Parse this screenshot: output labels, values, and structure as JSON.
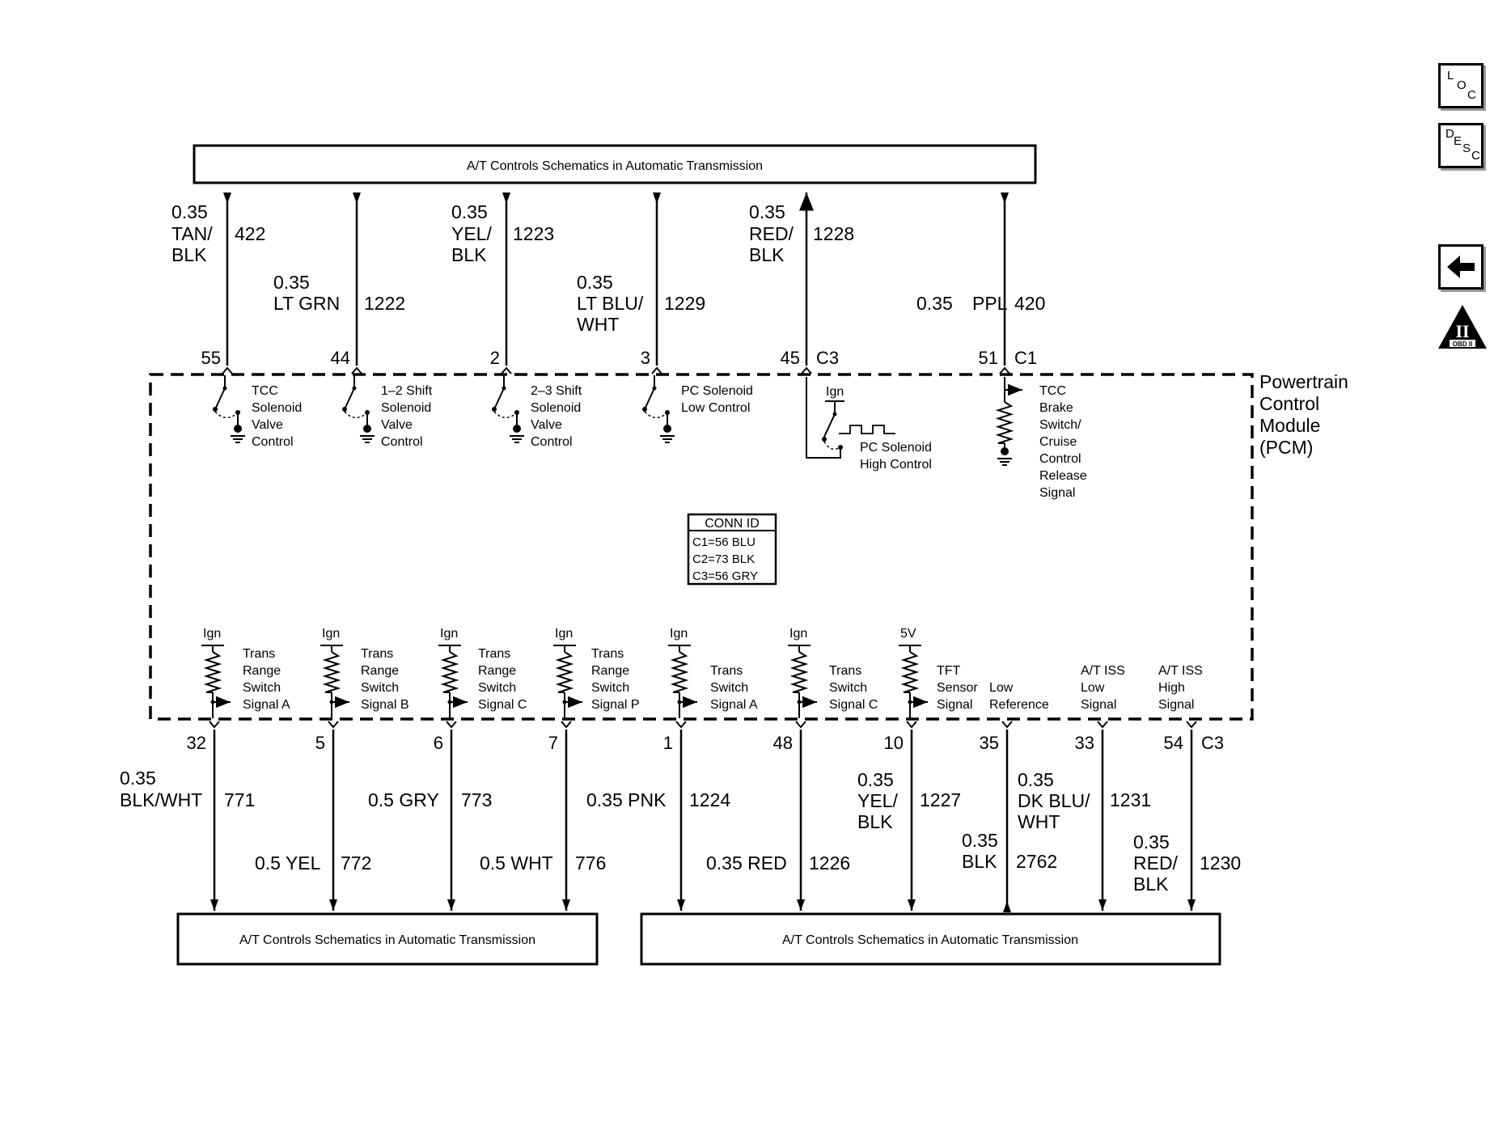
{
  "boxes": {
    "top": "A/T Controls Schematics in Automatic Transmission",
    "bottom_left": "A/T Controls Schematics in Automatic Transmission",
    "bottom_right": "A/T Controls Schematics in Automatic Transmission"
  },
  "module": {
    "line1": "Powertrain",
    "line2": "Control",
    "line3": "Module",
    "line4": "(PCM)"
  },
  "conn_id": {
    "header": "CONN ID",
    "rows": [
      "C1=56 BLU",
      "C2=73 BLK",
      "C3=56 GRY"
    ]
  },
  "top_circuits": [
    {
      "size": "0.35",
      "color_lines": [
        "TAN/",
        "BLK"
      ],
      "circuit": "422",
      "pin": "55",
      "connector": "",
      "arrow": "in",
      "label": [
        "TCC",
        "Solenoid",
        "Valve",
        "Control"
      ]
    },
    {
      "size": "0.35",
      "color_lines": [
        "LT GRN"
      ],
      "circuit": "1222",
      "pin": "44",
      "connector": "",
      "arrow": "in",
      "label": [
        "1–2 Shift",
        "Solenoid",
        "Valve",
        "Control"
      ]
    },
    {
      "size": "0.35",
      "color_lines": [
        "YEL/",
        "BLK"
      ],
      "circuit": "1223",
      "pin": "2",
      "connector": "",
      "arrow": "in",
      "label": [
        "2–3 Shift",
        "Solenoid",
        "Valve",
        "Control"
      ]
    },
    {
      "size": "0.35",
      "color_lines": [
        "LT BLU/",
        "WHT"
      ],
      "circuit": "1229",
      "pin": "3",
      "connector": "",
      "arrow": "in",
      "label": [
        "PC Solenoid",
        "Low Control"
      ]
    },
    {
      "size": "0.35",
      "color_lines": [
        "RED/",
        "BLK"
      ],
      "circuit": "1228",
      "pin": "45",
      "connector": "C3",
      "arrow": "out",
      "label": [
        "PC Solenoid",
        "High Control"
      ]
    },
    {
      "size": "0.35",
      "color_lines": [
        "PPL"
      ],
      "circuit": "420",
      "pin": "51",
      "connector": "C1",
      "arrow": "in",
      "label": [
        "TCC",
        "Brake",
        "Switch/",
        "Cruise",
        "Control",
        "Release",
        "Signal"
      ]
    }
  ],
  "bottom_circuits": [
    {
      "size": "0.35",
      "color_lines": [
        "BLK/WHT"
      ],
      "circuit": "771",
      "pin": "32",
      "supply": "Ign",
      "label": [
        "Trans",
        "Range",
        "Switch",
        "Signal A"
      ]
    },
    {
      "size": "0.5",
      "color_lines": [
        "YEL"
      ],
      "circuit": "772",
      "pin": "5",
      "supply": "Ign",
      "label": [
        "Trans",
        "Range",
        "Switch",
        "Signal B"
      ]
    },
    {
      "size": "0.5",
      "color_lines": [
        "GRY"
      ],
      "circuit": "773",
      "pin": "6",
      "supply": "Ign",
      "label": [
        "Trans",
        "Range",
        "Switch",
        "Signal C"
      ]
    },
    {
      "size": "0.5",
      "color_lines": [
        "WHT"
      ],
      "circuit": "776",
      "pin": "7",
      "supply": "Ign",
      "label": [
        "Trans",
        "Range",
        "Switch",
        "Signal P"
      ]
    },
    {
      "size": "0.35",
      "color_lines": [
        "PNK"
      ],
      "circuit": "1224",
      "pin": "1",
      "supply": "Ign",
      "label": [
        "Trans",
        "Switch",
        "Signal A"
      ]
    },
    {
      "size": "0.35",
      "color_lines": [
        "RED"
      ],
      "circuit": "1226",
      "pin": "48",
      "supply": "Ign",
      "label": [
        "Trans",
        "Switch",
        "Signal C"
      ]
    },
    {
      "size": "0.35",
      "color_lines": [
        "YEL/",
        "BLK"
      ],
      "circuit": "1227",
      "pin": "10",
      "supply": "5V",
      "label": [
        "TFT",
        "Sensor",
        "Signal"
      ]
    },
    {
      "size": "0.35",
      "color_lines": [
        "BLK"
      ],
      "circuit": "2762",
      "pin": "35",
      "supply": "",
      "label": [
        "Low",
        "Reference"
      ]
    },
    {
      "size": "0.35",
      "color_lines": [
        "DK BLU/",
        "WHT"
      ],
      "circuit": "1231",
      "pin": "33",
      "supply": "",
      "label": [
        "A/T ISS",
        "Low",
        "Signal"
      ]
    },
    {
      "size": "0.35",
      "color_lines": [
        "RED/",
        "BLK"
      ],
      "circuit": "1230",
      "pin": "54",
      "connector": "C3",
      "supply": "",
      "label": [
        "A/T ISS",
        "High",
        "Signal"
      ]
    }
  ],
  "misc": {
    "ign": "Ign"
  },
  "nav": {
    "loc": {
      "a": "L",
      "b": "O",
      "c": "C"
    },
    "desc": {
      "a": "D",
      "b": "E",
      "c": "S",
      "d": "C"
    },
    "back_icon": "left-arrow-icon",
    "obd": {
      "numeral": "II",
      "text": "OBD II"
    }
  }
}
